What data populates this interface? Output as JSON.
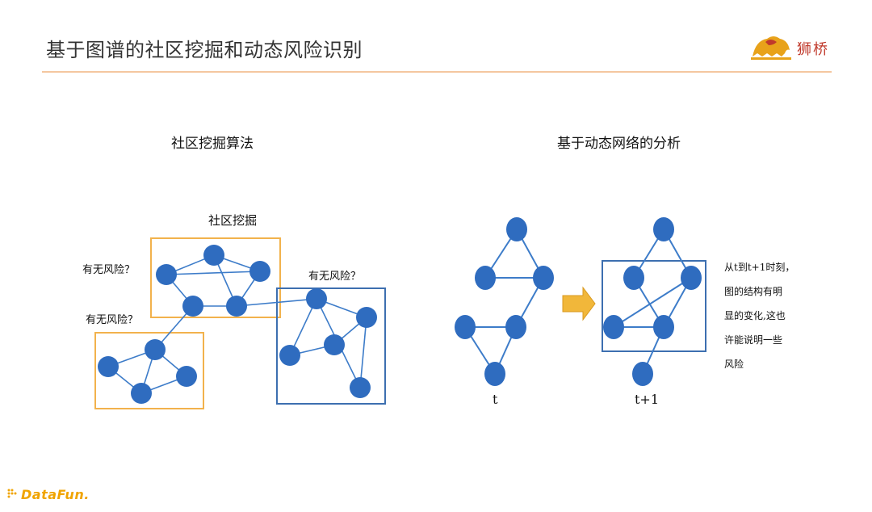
{
  "header": {
    "title": "基于图谱的社区挖掘和动态风险识别",
    "brand": "狮桥"
  },
  "left_section": {
    "heading": "社区挖掘算法",
    "cluster_label": "社区挖掘",
    "risk_labels": [
      "有无风险？",
      "有无风险？",
      "有无风险？"
    ]
  },
  "right_section": {
    "heading": "基于动态网络的分析",
    "time_t": "t",
    "time_t1": "t+1",
    "note": "从t到t+1时刻，\n图的结构有明\n显的变化,这也\n许能说明一些\n风险"
  },
  "footer": {
    "brand": "DataFun."
  },
  "colors": {
    "node": "#2f6cbf",
    "edge": "#3d7cc9",
    "orange_box": "#f2b24c",
    "blue_box": "#3d6fb0",
    "arrow": "#f1b73a",
    "rule": "#f4c7a0"
  },
  "icons": [
    "lion-logo-icon",
    "datafun-logo-icon",
    "transition-arrow-icon"
  ]
}
